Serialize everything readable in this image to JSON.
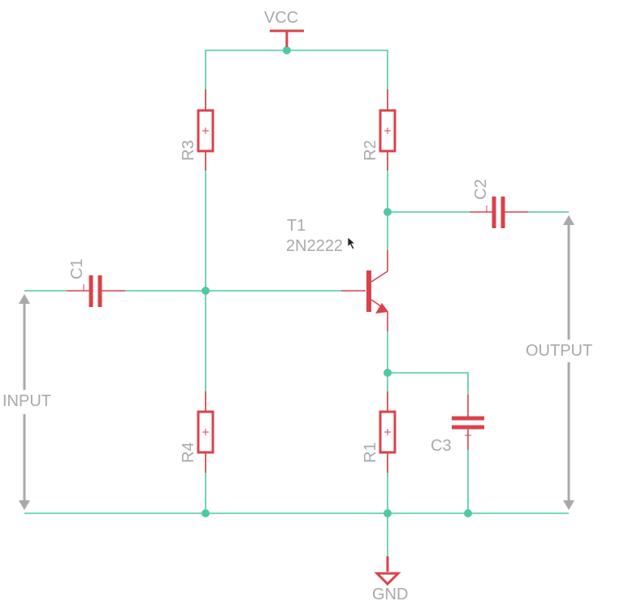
{
  "labels": {
    "vcc": "VCC",
    "gnd": "GND",
    "input": "INPUT",
    "output": "OUTPUT",
    "transistor_ref": "T1",
    "transistor_value": "2N2222",
    "r1": "R1",
    "r2": "R2",
    "r3": "R3",
    "r4": "R4",
    "c1": "C1",
    "c2": "C2",
    "c3": "C3"
  },
  "colors": {
    "wire": "#4ecb9d",
    "component": "#d9424b",
    "text": "#a9a9a9",
    "background": "#ffffff"
  }
}
